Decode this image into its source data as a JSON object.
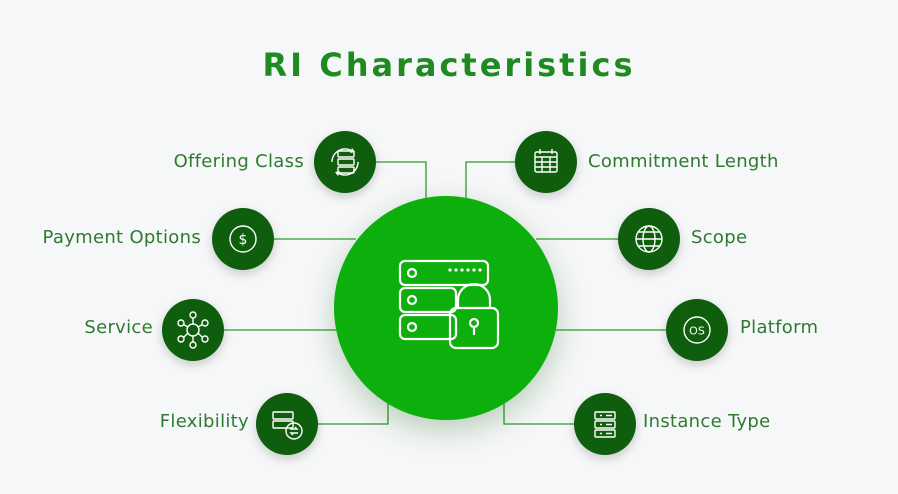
{
  "title": "RI Characteristics",
  "colors": {
    "accent": "#1f8a1f",
    "hub": "#0daf0d",
    "node": "#0e5e0e",
    "line": "#2e9b2e",
    "background": "#f6f7f8"
  },
  "hub": {
    "icon": "server-lock-icon"
  },
  "characteristics": [
    {
      "label": "Offering Class",
      "icon": "server-refresh-icon"
    },
    {
      "label": "Payment Options",
      "icon": "dollar-icon"
    },
    {
      "label": "Service",
      "icon": "network-hub-icon"
    },
    {
      "label": "Flexibility",
      "icon": "server-swap-icon"
    },
    {
      "label": "Commitment Length",
      "icon": "calendar-icon"
    },
    {
      "label": "Scope",
      "icon": "globe-icon"
    },
    {
      "label": "Platform",
      "icon": "os-icon"
    },
    {
      "label": "Instance Type",
      "icon": "server-rack-icon"
    }
  ]
}
